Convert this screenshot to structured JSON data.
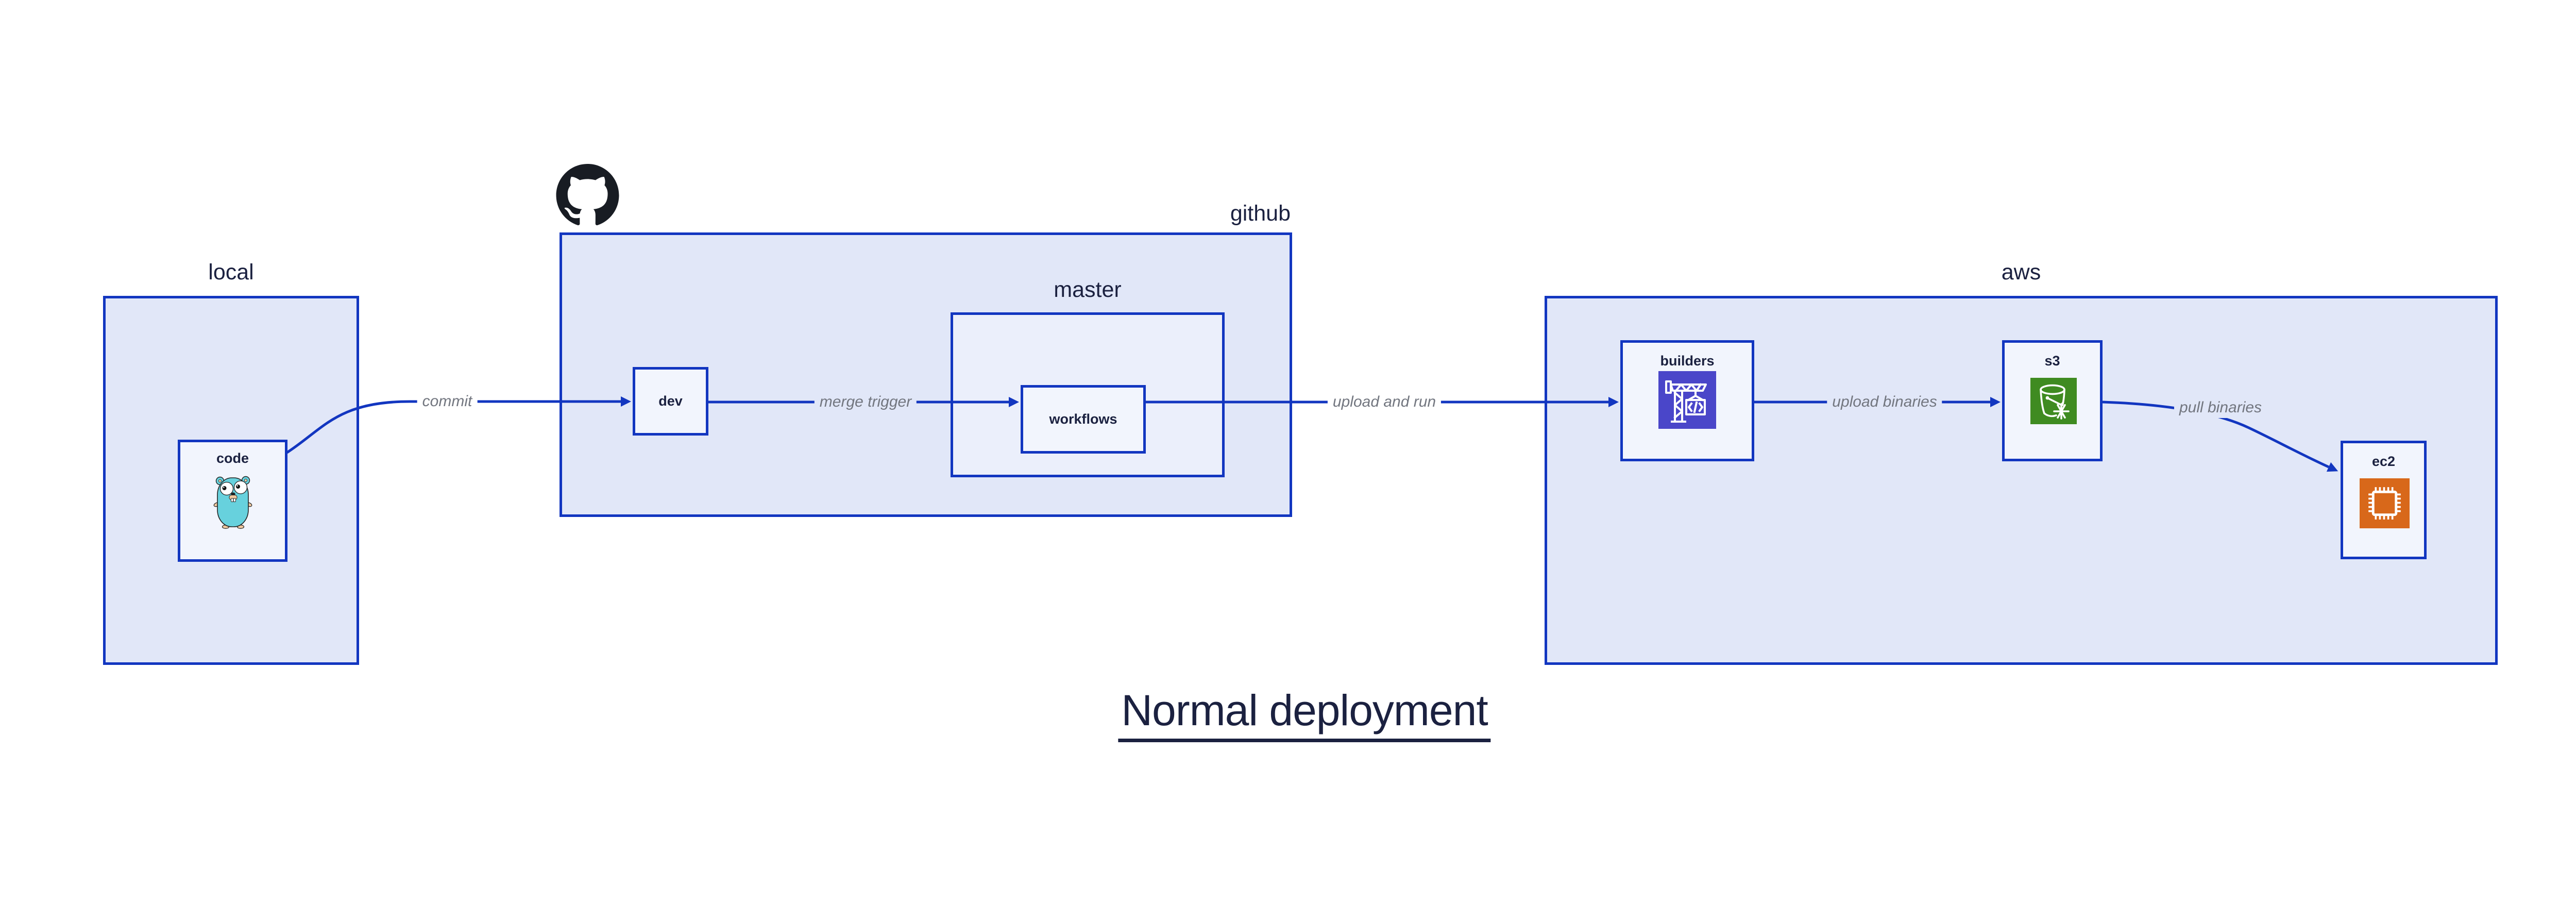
{
  "diagram_title": "Normal deployment",
  "colors": {
    "blue": "#1236c0",
    "navy": "#1b2140",
    "label_gray": "#72767f",
    "container_fill": "#e1e7f8",
    "master_fill": "#ebeffb",
    "box_fill": "#f2f5fd",
    "builders_icon_bg": "#4a46c9",
    "s3_icon_bg": "#3f8b21",
    "ec2_icon_bg": "#d8681a",
    "gopher_teal": "#67d1dd",
    "octocat_black": "#181c23"
  },
  "containers": {
    "local": {
      "label": "local"
    },
    "github": {
      "label": "github"
    },
    "master": {
      "label": "master"
    },
    "aws": {
      "label": "aws"
    }
  },
  "nodes": {
    "code": {
      "label": "code"
    },
    "dev": {
      "label": "dev"
    },
    "workflows": {
      "label": "workflows"
    },
    "builders": {
      "label": "builders"
    },
    "s3": {
      "label": "s3"
    },
    "ec2": {
      "label": "ec2"
    }
  },
  "edges": {
    "commit": {
      "label": "commit"
    },
    "merge_trigger": {
      "label": "merge trigger"
    },
    "upload_and_run": {
      "label": "upload and run"
    },
    "upload_binaries": {
      "label": "upload binaries"
    },
    "pull_binaries": {
      "label": "pull binaries"
    }
  },
  "icons": {
    "github_logo": "octocat-icon",
    "code": "go-gopher-icon",
    "builders": "codebuild-crane-icon",
    "s3": "s3-glacier-bucket-icon",
    "ec2": "ec2-chip-icon"
  }
}
